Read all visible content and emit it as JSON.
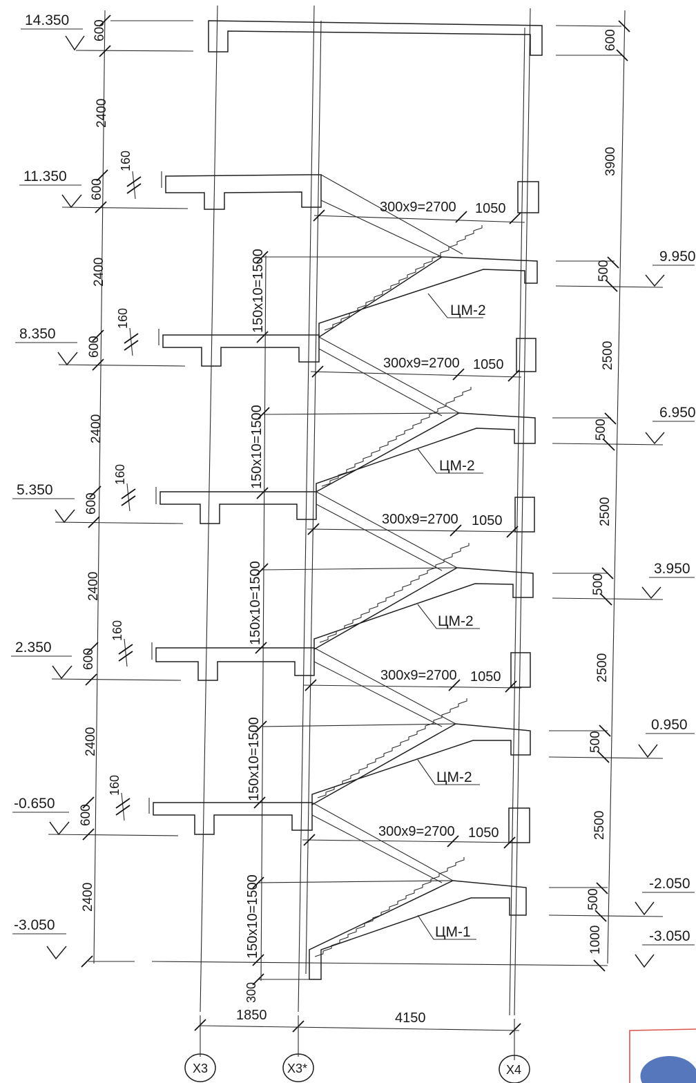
{
  "drawing": {
    "left_elevations": [
      "14.350",
      "11.350",
      "8.350",
      "5.350",
      "2.350",
      "-0.650",
      "-3.050"
    ],
    "right_elevations": [
      "9.950",
      "6.950",
      "3.950",
      "0.950",
      "-2.050",
      "-3.050"
    ],
    "left_dimensions": [
      "600",
      "2400",
      "600",
      "2400",
      "600",
      "2400",
      "600",
      "2400",
      "600",
      "2400",
      "600",
      "2400"
    ],
    "right_dimensions": [
      "600",
      "3900",
      "500",
      "2500",
      "500",
      "2500",
      "500",
      "2500",
      "500",
      "2500",
      "500",
      "1000"
    ],
    "slab_dimension": "160",
    "run_dimension": "300x9=2700",
    "landing_dimension": "1050",
    "rise_dimension": "150x10=1500",
    "bottom_step_dimension": "300",
    "flight_labels": [
      "ЦМ-2",
      "ЦМ-2",
      "ЦМ-2",
      "ЦМ-2",
      "ЦМ-1"
    ],
    "axis_dimensions": [
      "1850",
      "4150"
    ],
    "axes": [
      "X3",
      "X3*",
      "X4"
    ]
  }
}
